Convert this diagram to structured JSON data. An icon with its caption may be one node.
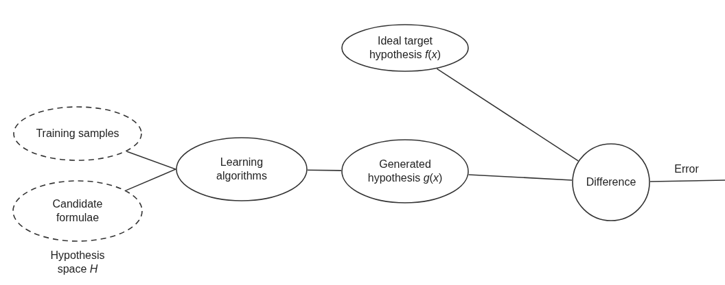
{
  "diagram": {
    "nodes": [
      {
        "text": [
          "Training samples"
        ]
      },
      {
        "text": [
          "Candidate formulae"
        ]
      },
      {
        "text": [
          "Learning algorithms"
        ]
      },
      {
        "text": [
          "Generated hypothesis *g*(*x*)"
        ]
      },
      {
        "text": [
          "Ideal target hypothesis *f*(*x*)"
        ]
      },
      {
        "text": [
          "Difference"
        ]
      }
    ],
    "edges": [
      {
        "from": 0,
        "to": 2,
        "arrow": "none"
      },
      {
        "from": 1,
        "to": 2,
        "arrow": "none"
      },
      {
        "from": 2,
        "to": 3,
        "arrow": "none"
      },
      {
        "from": 4,
        "to": 5,
        "arrow": "none"
      },
      {
        "from": 3,
        "to": 5,
        "arrow": "none"
      },
      {
        "from": 5,
        "to": null,
        "arrow": "none",
        "label": "Error"
      }
    ],
    "labels": [
      "Hypothesis space *H*"
    ]
  }
}
